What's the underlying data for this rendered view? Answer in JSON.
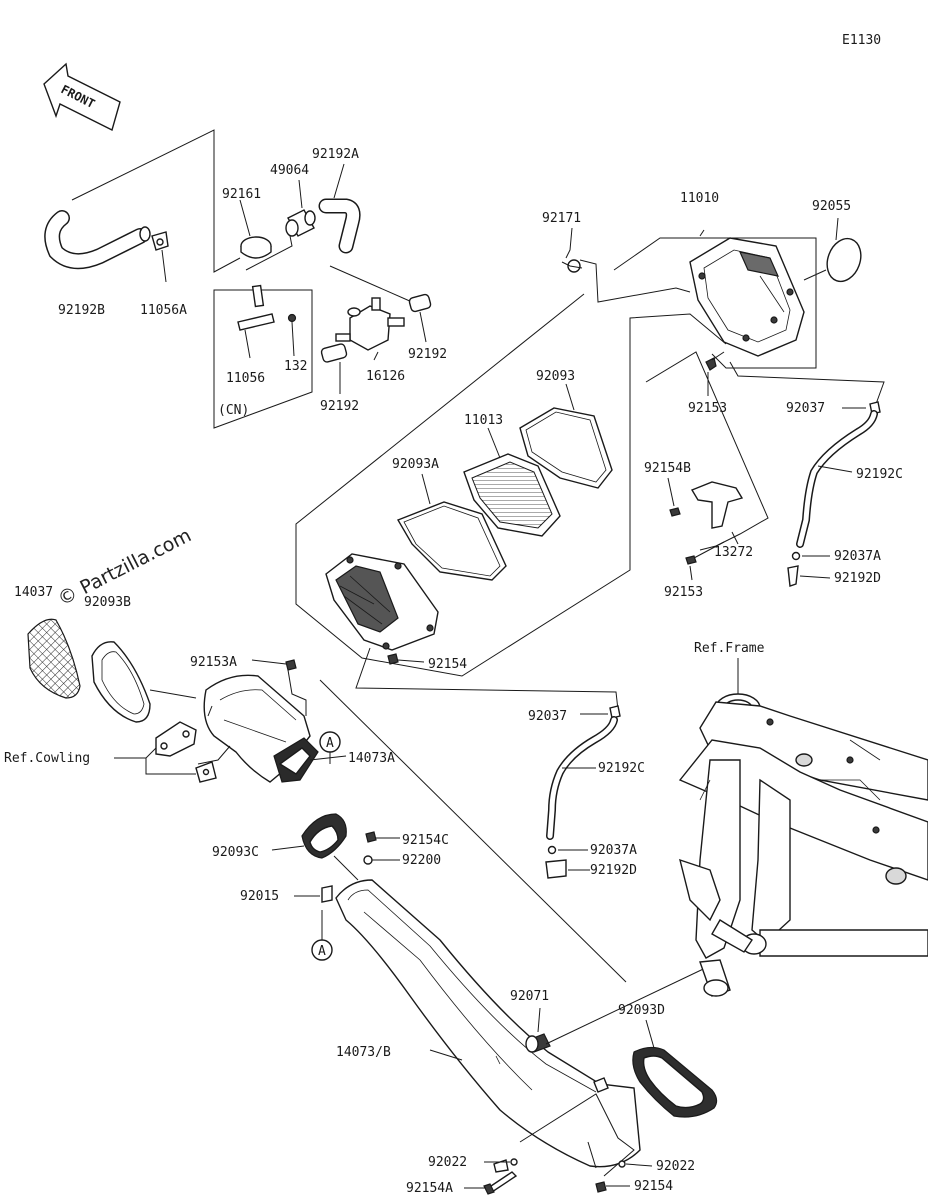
{
  "diagram": {
    "code": "E1130",
    "direction": "FRONT",
    "watermark": "© Partzilla.com",
    "region_note": "(CN)",
    "circle_marker": "A",
    "labels": [
      {
        "id": "p-92192b",
        "text": "92192B"
      },
      {
        "id": "p-11056a",
        "text": "11056A"
      },
      {
        "id": "p-92161",
        "text": "92161"
      },
      {
        "id": "p-49064",
        "text": "49064"
      },
      {
        "id": "p-92192a",
        "text": "92192A"
      },
      {
        "id": "p-11056",
        "text": "11056"
      },
      {
        "id": "p-132",
        "text": "132"
      },
      {
        "id": "p-16126",
        "text": "16126"
      },
      {
        "id": "p-92192-r",
        "text": "92192"
      },
      {
        "id": "p-92192-b",
        "text": "92192"
      },
      {
        "id": "p-92171",
        "text": "92171"
      },
      {
        "id": "p-11010",
        "text": "11010"
      },
      {
        "id": "p-92055",
        "text": "92055"
      },
      {
        "id": "p-92153-top",
        "text": "92153"
      },
      {
        "id": "p-92037-top",
        "text": "92037"
      },
      {
        "id": "p-92192c-top",
        "text": "92192C"
      },
      {
        "id": "p-92037a-top",
        "text": "92037A"
      },
      {
        "id": "p-92192d-top",
        "text": "92192D"
      },
      {
        "id": "p-92093",
        "text": "92093"
      },
      {
        "id": "p-11013",
        "text": "11013"
      },
      {
        "id": "p-92093a",
        "text": "92093A"
      },
      {
        "id": "p-92154b",
        "text": "92154B"
      },
      {
        "id": "p-13272",
        "text": "13272"
      },
      {
        "id": "p-92153-mid",
        "text": "92153"
      },
      {
        "id": "p-14037",
        "text": "14037"
      },
      {
        "id": "p-92093b",
        "text": "92093B"
      },
      {
        "id": "p-92153a",
        "text": "92153A"
      },
      {
        "id": "p-92154",
        "text": "92154"
      },
      {
        "id": "p-ref-cowling",
        "text": "Ref.Cowling"
      },
      {
        "id": "p-ref-frame",
        "text": "Ref.Frame"
      },
      {
        "id": "p-92037-mid",
        "text": "92037"
      },
      {
        "id": "p-92192c-mid",
        "text": "92192C"
      },
      {
        "id": "p-92037a-mid",
        "text": "92037A"
      },
      {
        "id": "p-92192d-mid",
        "text": "92192D"
      },
      {
        "id": "p-14073a",
        "text": "14073A"
      },
      {
        "id": "p-92154c",
        "text": "92154C"
      },
      {
        "id": "p-92093c",
        "text": "92093C"
      },
      {
        "id": "p-92200",
        "text": "92200"
      },
      {
        "id": "p-92015",
        "text": "92015"
      },
      {
        "id": "p-92071",
        "text": "92071"
      },
      {
        "id": "p-92093d",
        "text": "92093D"
      },
      {
        "id": "p-14073b",
        "text": "14073/B"
      },
      {
        "id": "p-92022-l",
        "text": "92022"
      },
      {
        "id": "p-92022-r",
        "text": "92022"
      },
      {
        "id": "p-92154a",
        "text": "92154A"
      },
      {
        "id": "p-92154-bot",
        "text": "92154"
      }
    ]
  }
}
